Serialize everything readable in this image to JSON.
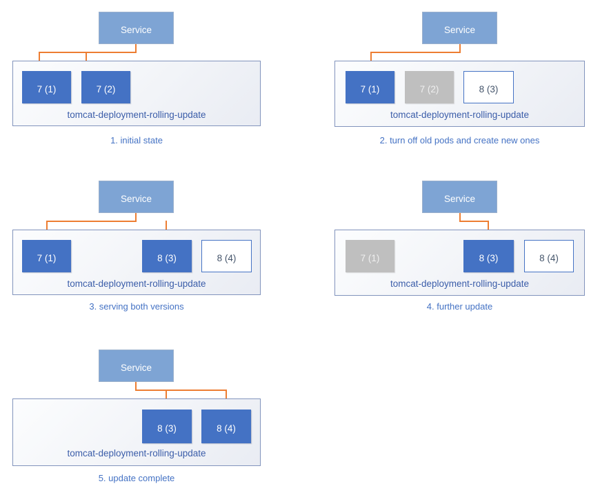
{
  "colors": {
    "pod_active": "#4472C4",
    "pod_drained": "#BFBFBF",
    "pod_pending_border": "#4472C4",
    "pod_pending_text": "#44546A",
    "service_fill": "#7EA4D4",
    "service_border": "#9BB0CC",
    "container_border": "#8193BC",
    "arrow": "#ED7D31",
    "label_text": "#3B5DA9",
    "caption_text": "#4472C4"
  },
  "panels": [
    {
      "service_label": "Service",
      "deployment_label": "tomcat-deployment-rolling-update",
      "caption": "1. initial state",
      "pods": [
        {
          "label": "7 (1)",
          "state": "active"
        },
        {
          "label": "7 (2)",
          "state": "active"
        }
      ]
    },
    {
      "service_label": "Service",
      "deployment_label": "tomcat-deployment-rolling-update",
      "caption": "2. turn off old pods and create new ones",
      "pods": [
        {
          "label": "7 (1)",
          "state": "active"
        },
        {
          "label": "7 (2)",
          "state": "drained"
        },
        {
          "label": "8 (3)",
          "state": "pending"
        }
      ]
    },
    {
      "service_label": "Service",
      "deployment_label": "tomcat-deployment-rolling-update",
      "caption": "3. serving both versions",
      "pods": [
        {
          "label": "7 (1)",
          "state": "active"
        },
        {
          "label": "8 (3)",
          "state": "active"
        },
        {
          "label": "8 (4)",
          "state": "pending"
        }
      ]
    },
    {
      "service_label": "Service",
      "deployment_label": "tomcat-deployment-rolling-update",
      "caption": "4. further update",
      "pods": [
        {
          "label": "7 (1)",
          "state": "drained"
        },
        {
          "label": "8 (3)",
          "state": "active"
        },
        {
          "label": "8 (4)",
          "state": "pending"
        }
      ]
    },
    {
      "service_label": "Service",
      "deployment_label": "tomcat-deployment-rolling-update",
      "caption": "5. update complete",
      "pods": [
        {
          "label": "8 (3)",
          "state": "active"
        },
        {
          "label": "8 (4)",
          "state": "active"
        }
      ]
    }
  ]
}
